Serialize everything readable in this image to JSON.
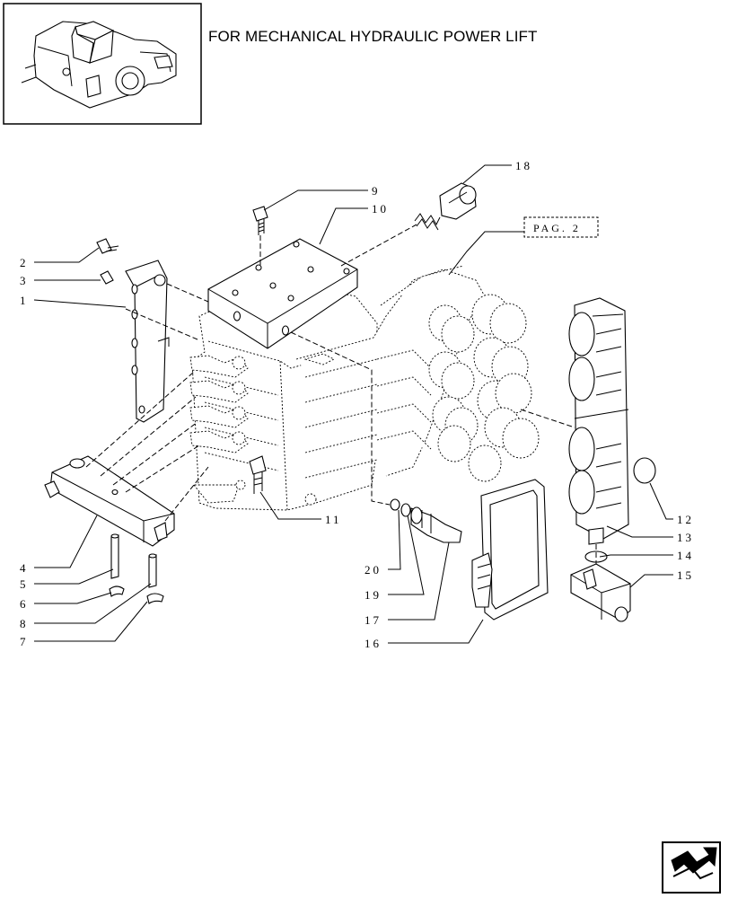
{
  "header": {
    "title": "FOR MECHANICAL HYDRAULIC POWER LIFT"
  },
  "reference_box": {
    "label": "PAG. 2"
  },
  "callouts": [
    {
      "id": "2",
      "label": "2"
    },
    {
      "id": "3",
      "label": "3"
    },
    {
      "id": "1",
      "label": "1"
    },
    {
      "id": "9",
      "label": "9"
    },
    {
      "id": "10",
      "label": "10"
    },
    {
      "id": "18",
      "label": "18"
    },
    {
      "id": "11",
      "label": "11"
    },
    {
      "id": "4",
      "label": "4"
    },
    {
      "id": "5",
      "label": "5"
    },
    {
      "id": "6",
      "label": "6"
    },
    {
      "id": "8",
      "label": "8"
    },
    {
      "id": "7",
      "label": "7"
    },
    {
      "id": "20",
      "label": "20"
    },
    {
      "id": "19",
      "label": "19"
    },
    {
      "id": "17",
      "label": "17"
    },
    {
      "id": "16",
      "label": "16"
    },
    {
      "id": "12",
      "label": "12"
    },
    {
      "id": "13",
      "label": "13"
    },
    {
      "id": "14",
      "label": "14"
    },
    {
      "id": "15",
      "label": "15"
    }
  ],
  "navigation": {
    "icon": "next-page-arrow-icon"
  }
}
